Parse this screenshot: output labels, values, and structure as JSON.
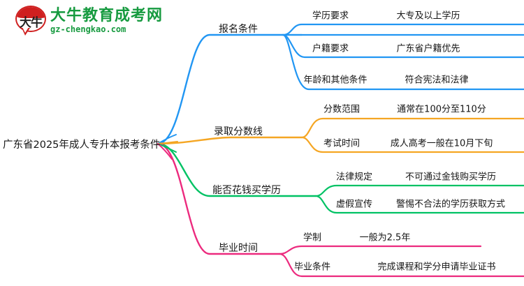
{
  "brand": {
    "mark_text": "大牛",
    "name_cn": "大牛教育成考网",
    "name_en": "gz-chengkao.com",
    "color": "#169a3f",
    "mark_color": "#cf1f1f"
  },
  "mindmap": {
    "root": "广东省2025年成人专升本报考条件",
    "branches": [
      {
        "label": "报名条件",
        "color": "#2196f3",
        "children": [
          {
            "label": "学历要求",
            "value": "大专及以上学历"
          },
          {
            "label": "户籍要求",
            "value": "广东省户籍优先"
          },
          {
            "label": "年龄和其他条件",
            "value": "符合宪法和法律"
          }
        ]
      },
      {
        "label": "录取分数线",
        "color": "#f5a623",
        "children": [
          {
            "label": "分数范围",
            "value": "通常在100分至110分"
          },
          {
            "label": "考试时间",
            "value": "成人高考一般在10月下旬"
          }
        ]
      },
      {
        "label": "能否花钱买学历",
        "color": "#00c264",
        "children": [
          {
            "label": "法律规定",
            "value": "不可通过金钱购买学历"
          },
          {
            "label": "虚假宣传",
            "value": "警惕不合法的学历获取方式"
          }
        ]
      },
      {
        "label": "毕业时间",
        "color": "#ec2a7e",
        "children": [
          {
            "label": "学制",
            "value": "一般为2.5年"
          },
          {
            "label": "毕业条件",
            "value": "完成课程和学分申请毕业证书"
          }
        ]
      }
    ]
  }
}
